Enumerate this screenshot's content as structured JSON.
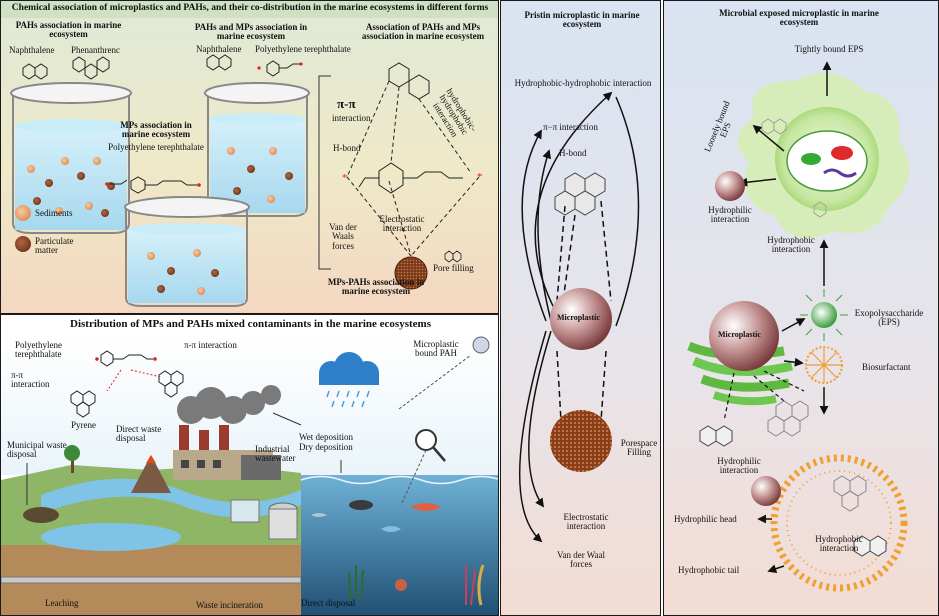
{
  "panel1": {
    "title": "Chemical association of microplastics and PAHs, and their co-distribution in the marine ecosystems in different forms",
    "beaker1": {
      "title": "PAHs association in marine ecosystem",
      "naphthalene": "Naphthalene",
      "phenanthrene": "Phenanthrenc"
    },
    "beaker2": {
      "title": "PAHs and MPs association in marine ecosystem",
      "naphthalene": "Naphthalene",
      "pet": "Polyethylene terephthalate"
    },
    "beaker3": {
      "title": "MPs association in marine ecosystem",
      "pet": "Polyethylene terephthalate"
    },
    "legend": {
      "sediments": "Sediments",
      "particulate": "Particulate matter"
    },
    "assoc": {
      "title": "Association of PAHs and MPs association in marine ecosystem",
      "pipi": "π-π",
      "interaction": "interaction",
      "hbond": "H-bond",
      "hydrophobic": "hydrophobic-hydrophobic interaction",
      "vdw": "Van der Waals forces",
      "electrostatic": "Electrostatic interaction",
      "pore": "Pore filling",
      "bottom": "MPs-PAHs association in marine ecosystem"
    }
  },
  "panel2": {
    "title": "Distribution of MPs and PAHs mixed contaminants in the marine ecosystems",
    "pet": "Polyethylene terephthalate",
    "pipi_interaction": "π-π interaction",
    "pipi_interaction2": "π-π interaction",
    "pyrene": "Pyrene",
    "microplastic_pah": "Microplastic bound PAH",
    "direct_waste": "Direct waste disposal",
    "wet_dep": "Wet deposition",
    "dry_dep": "Dry deposition",
    "industrial": "Industrial wastewater",
    "municipal": "Municipal waste disposal",
    "leaching": "Leaching",
    "incineration": "Waste incineration",
    "direct_disposal": "Direct disposal"
  },
  "panel3": {
    "title": "Pristin microplastic in marine ecosystem",
    "hydrophobic": "Hydrophobic-hydrophobic interaction",
    "pipi": "π−π interaction",
    "hbond": "H-bond",
    "microplastic": "Microplastic",
    "porespace": "Porespace Filling",
    "electrostatic": "Electrostatic interaction",
    "vdw": "Van der Waal forces"
  },
  "panel4": {
    "title": "Microbial exposed microplastic in marine ecosystem",
    "tightly": "Tightly bound EPS",
    "loosely": "Loosely bound EPS",
    "hydrophilic1": "Hydrophilic interaction",
    "hydrophobic1": "Hydrophobic interaction",
    "microplastic": "Microplastic",
    "eps": "Exopolysaccharide (EPS)",
    "biosurfactant": "Biosurfactant",
    "hydrophilic2": "Hydrophilic interaction",
    "head": "Hydrophilic head",
    "hydrophobic2": "Hydrophobic interaction",
    "tail": "Hydrophobic tail"
  },
  "colors": {
    "microplastic": "#8a3d3d",
    "eps_green": "#7ec850",
    "biosurfactant": "#f0a030",
    "sediment": "#e8a070",
    "particulate": "#8b4a2a",
    "water": "#bfe3f2",
    "sea": "#2d6f9a"
  }
}
